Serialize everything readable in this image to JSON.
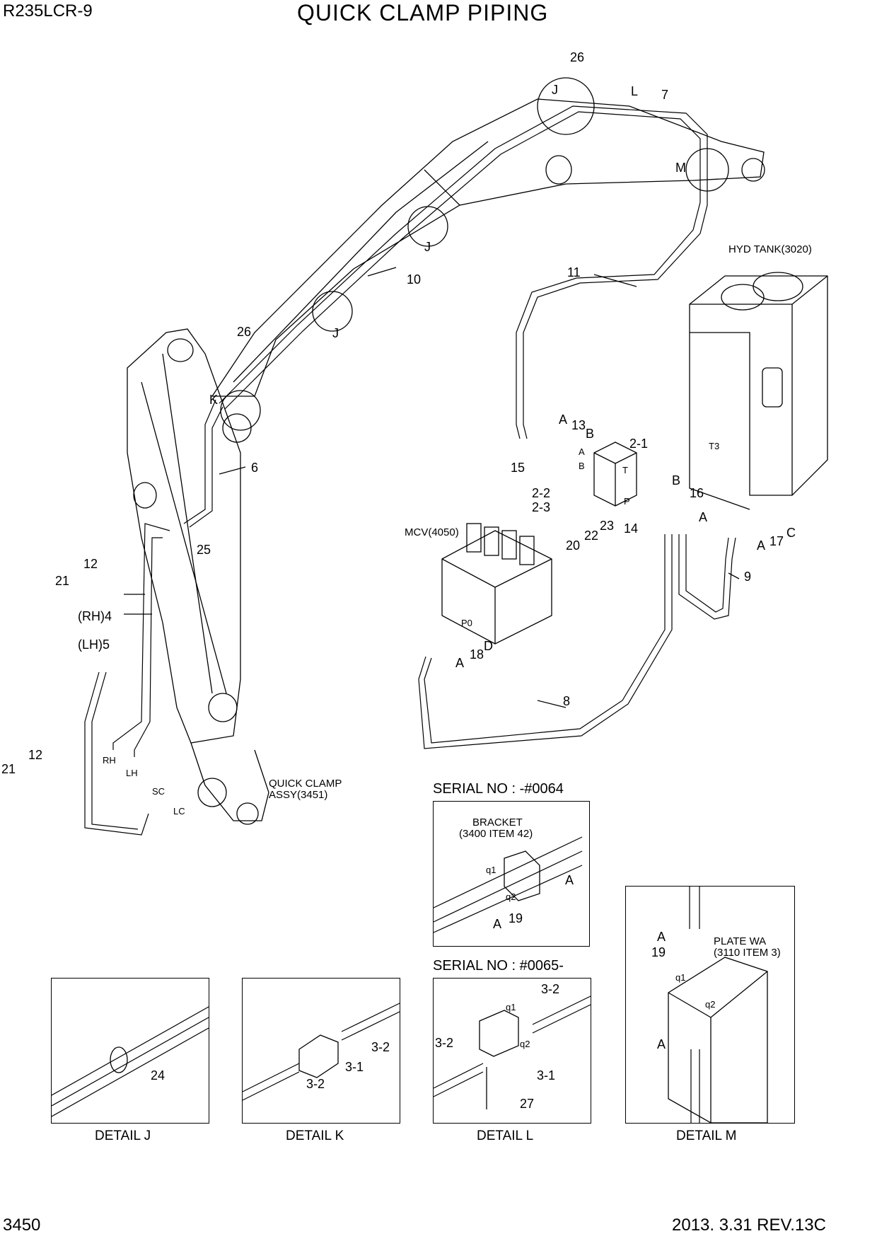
{
  "header": {
    "model": "R235LCR-9",
    "title": "QUICK CLAMP PIPING"
  },
  "footer": {
    "page_number": "3450",
    "revision": "2013. 3.31  REV.13C"
  },
  "components": {
    "hyd_tank": "HYD TANK(3020)",
    "mcv": "MCV(4050)",
    "quick_clamp_line1": "QUICK CLAMP",
    "quick_clamp_line2": "ASSY(3451)",
    "bracket_line1": "BRACKET",
    "bracket_line2": "(3400 ITEM 42)",
    "plate_line1": "PLATE WA",
    "plate_line2": "(3110 ITEM 3)"
  },
  "serials": {
    "upper": "SERIAL NO : -#0064",
    "lower": "SERIAL NO : #0065-"
  },
  "details": {
    "j": "DETAIL J",
    "k": "DETAIL K",
    "l": "DETAIL L",
    "m": "DETAIL M"
  },
  "callouts": {
    "c26a": "26",
    "cJ1": "J",
    "cL": "L",
    "c7": "7",
    "cM": "M",
    "cJ2": "J",
    "c10": "10",
    "c11": "11",
    "c26b": "26",
    "cJ3": "J",
    "cK": "K",
    "cA1": "A",
    "c13": "13",
    "cB1": "B",
    "c2_1": "2-1",
    "c15": "15",
    "c6": "6",
    "cB2": "B",
    "c16": "16",
    "c2_2": "2-2",
    "c2_3": "2-3",
    "cA2": "A",
    "c23": "23",
    "c14": "14",
    "c22": "22",
    "c20": "20",
    "cA3": "A",
    "c17": "17",
    "cC": "C",
    "c25": "25",
    "c12a": "12",
    "c21a": "21",
    "cRH4": "(RH)4",
    "cLH5": "(LH)5",
    "c9": "9",
    "c18": "18",
    "cD": "D",
    "cA4": "A",
    "c8": "8",
    "c12b": "12",
    "c21b": "21",
    "cRH": "RH",
    "cLH": "LH",
    "cSC": "SC",
    "cLC": "LC",
    "pA": "A",
    "pB": "B",
    "pT": "T",
    "pP": "P",
    "pT3": "T3",
    "pP0": "P0",
    "u_q1": "q1",
    "u_q2": "q2",
    "u_A": "A",
    "u_19": "19",
    "u_A2": "A",
    "k_3_2a": "3-2",
    "k_3_1": "3-1",
    "k_3_2b": "3-2",
    "l_q1": "q1",
    "l_q2": "q2",
    "l_3_2a": "3-2",
    "l_3_2b": "3-2",
    "l_3_1": "3-1",
    "l_27": "27",
    "m_A1": "A",
    "m_19": "19",
    "m_q1": "q1",
    "m_q2": "q2",
    "m_A2": "A",
    "j_24": "24"
  }
}
